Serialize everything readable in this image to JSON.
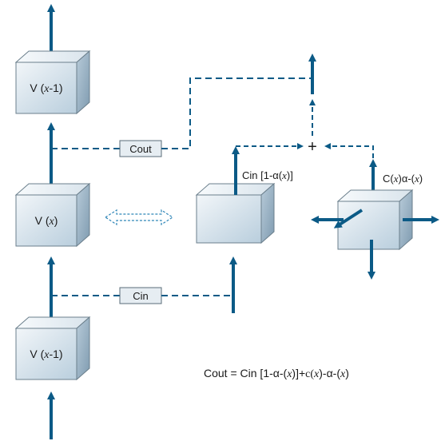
{
  "colors": {
    "arrow": "#0b5a86",
    "box_fill": "#e6edf2",
    "box_stroke": "#5a6c78",
    "cube_front": "#c9d9e6",
    "cube_top": "#eef3f7",
    "cube_side": "#9fb6c8",
    "text": "#1a1a1a"
  },
  "cubes": {
    "top": {
      "prefix": "V (",
      "var": "x",
      "suffix": "-1)"
    },
    "middle": {
      "prefix": "V (",
      "var": "x",
      "suffix": ")"
    },
    "bottom": {
      "prefix": "V (",
      "var": "x",
      "suffix": "-1)"
    }
  },
  "labels": {
    "cout_box": "Cout",
    "cin_box": "Cin",
    "plus": "+",
    "cin_expr": {
      "a": "Cin [1-α(",
      "var": "x",
      "b": ")]"
    },
    "c_expr": {
      "a": "C(",
      "var": "x",
      "b": ")α-(",
      "var2": "x",
      "c": ")"
    }
  },
  "equation": {
    "left": "Cout = Cin [1-α-(",
    "x1": "x",
    "mid1": ")]+",
    "c": "c(",
    "x2": "x",
    "mid2": ")-α-(",
    "x3": "x",
    "end": ")"
  }
}
